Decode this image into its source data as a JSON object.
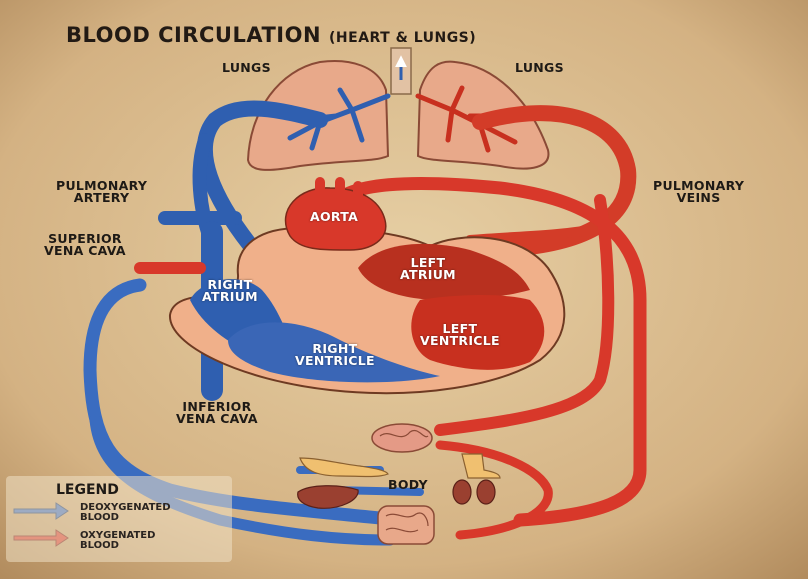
{
  "title": {
    "main": "BLOOD CIRCULATION",
    "sub": "(HEART & LUNGS)"
  },
  "labels": {
    "lungs_left": "LUNGS",
    "lungs_right": "LUNGS",
    "pulmonary_artery": [
      "PULMONARY",
      "ARTERY"
    ],
    "superior_vena_cava": [
      "SUPERIOR",
      "VENA CAVA"
    ],
    "pulmonary_veins": [
      "PULMONARY",
      "VEINS"
    ],
    "aorta": "AORTA",
    "right_atrium": [
      "RIGHT",
      "ATRIUM"
    ],
    "left_atrium": [
      "LEFT",
      "ATRIUM"
    ],
    "right_ventricle": [
      "RIGHT",
      "VENTRICLE"
    ],
    "left_ventricle": [
      "LEFT",
      "VENTRICLE"
    ],
    "inferior_vena_cava": [
      "INFERIOR",
      "VENA CAVA"
    ],
    "body": "BODY"
  },
  "legend": {
    "title": "LEGEND",
    "items": [
      {
        "label": [
          "DEOXYGENATED",
          "BLOOD"
        ],
        "color": "#3a6cc0"
      },
      {
        "label": [
          "OXYGENATED",
          "BLOOD"
        ],
        "color": "#d8382a"
      }
    ]
  },
  "colors": {
    "background": "#d8b98c",
    "deoxygenated": "#3a6cc0",
    "oxygenated": "#d8382a",
    "heart_wall": "#f0b08a",
    "lung": "#e8a98a"
  }
}
